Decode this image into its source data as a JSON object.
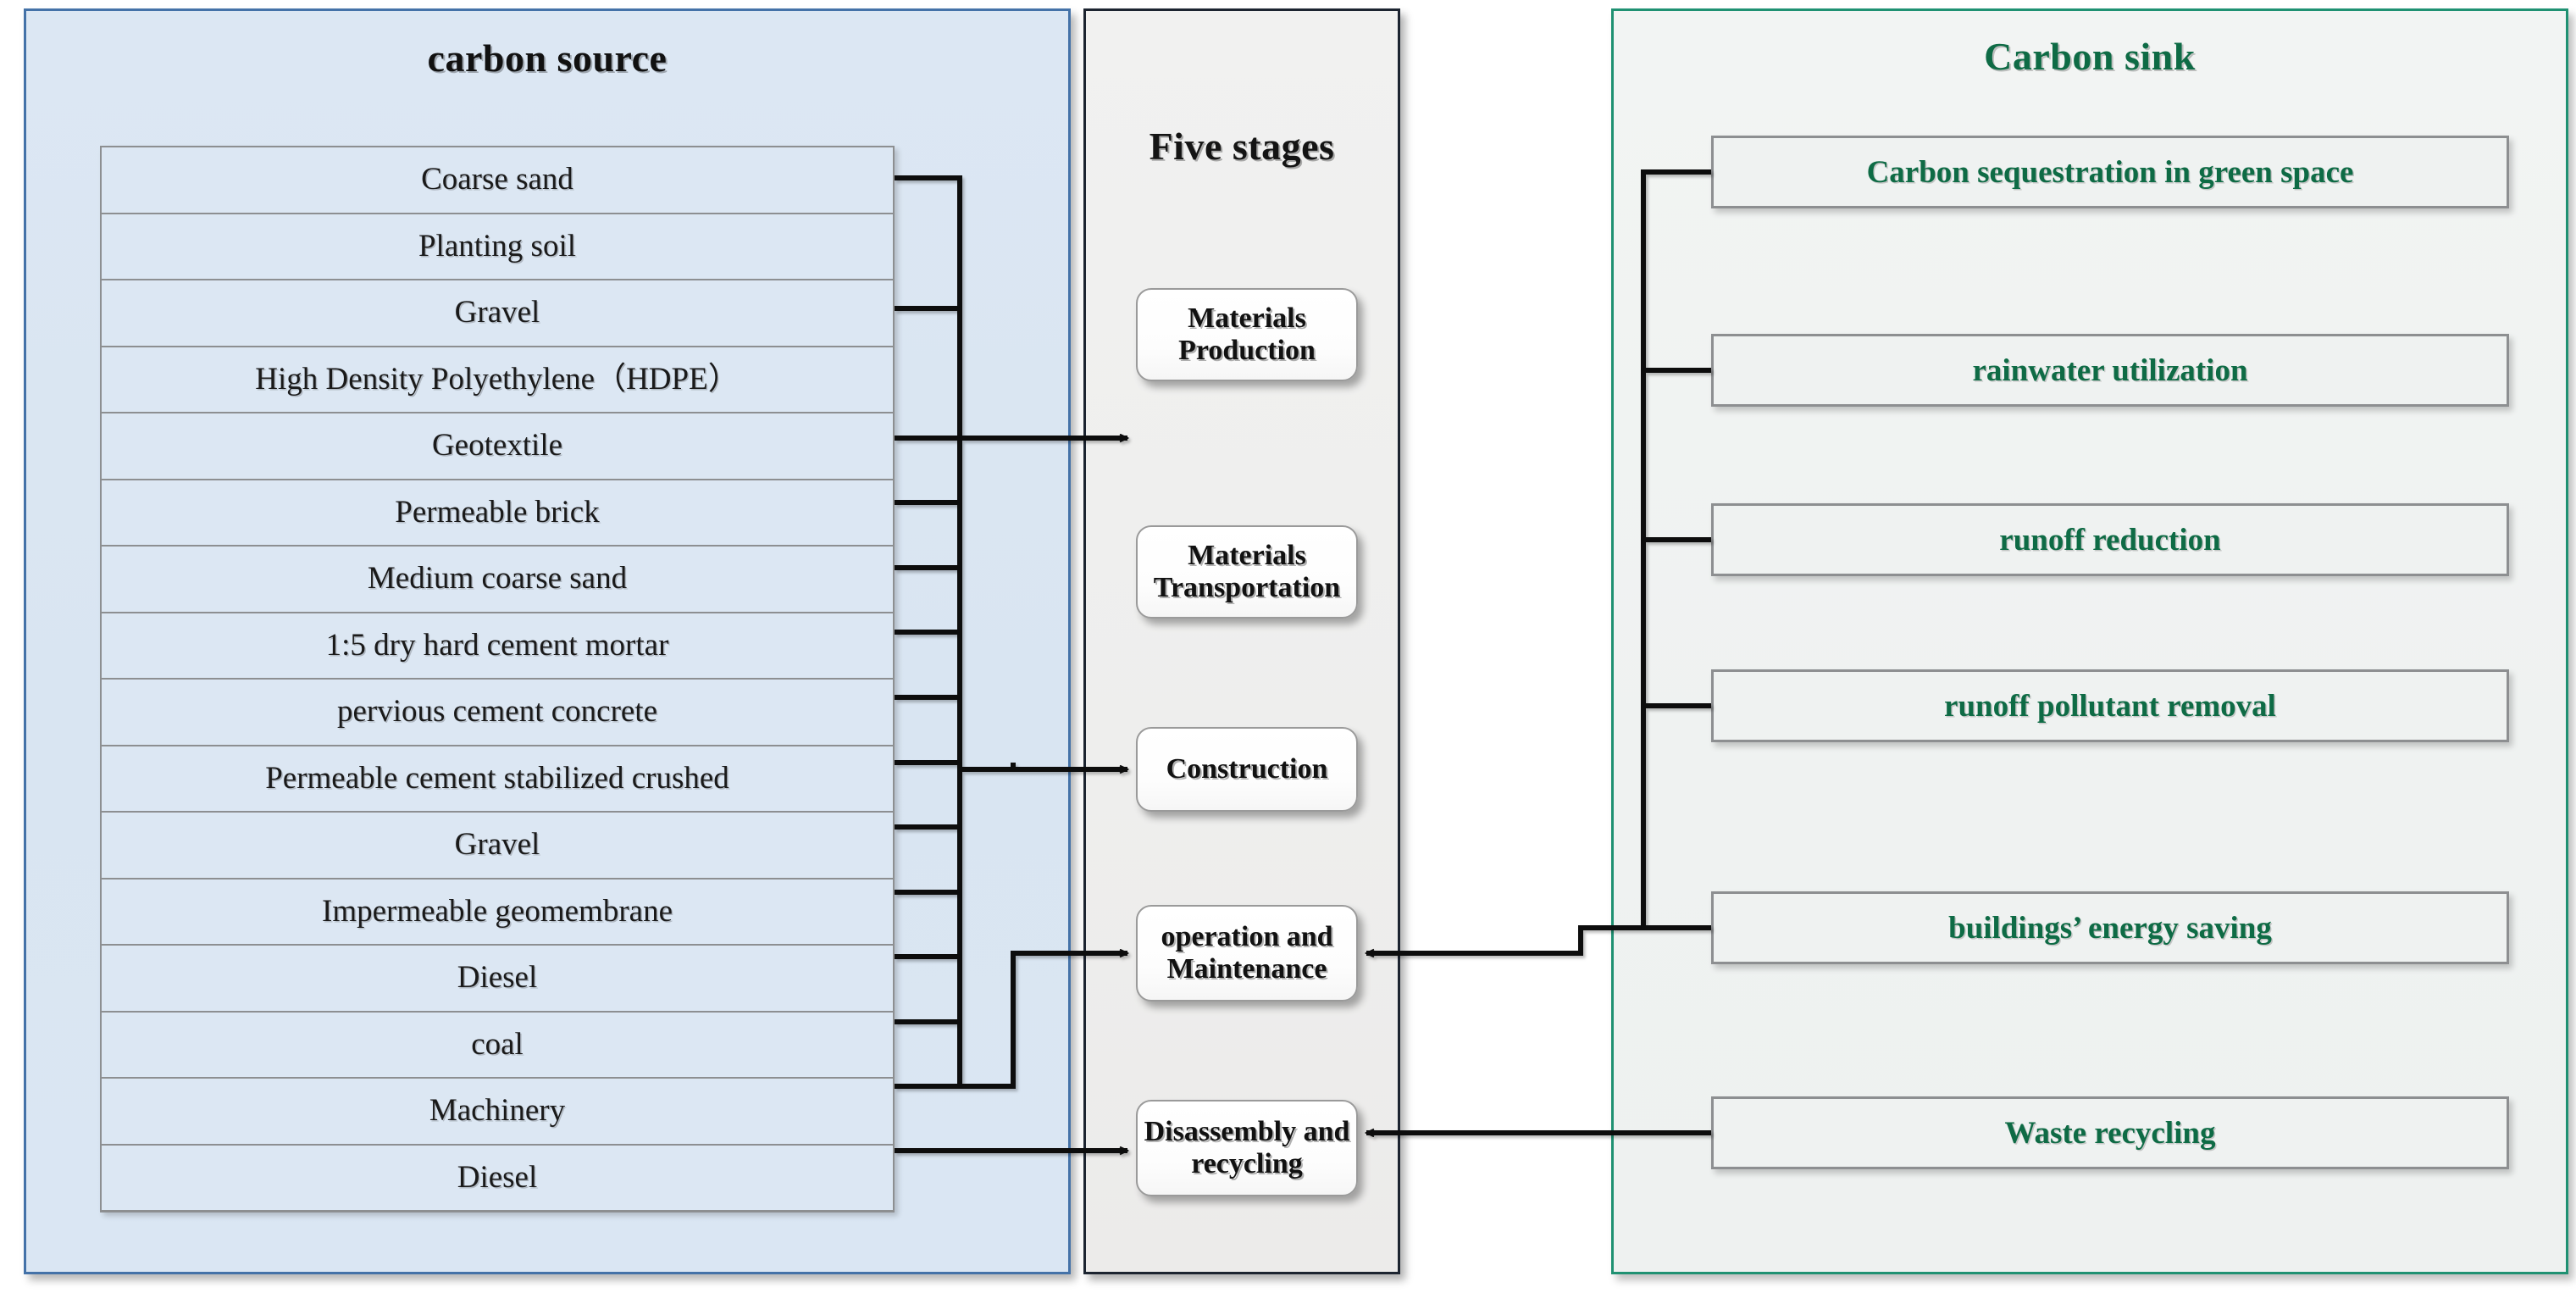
{
  "panels": {
    "source": {
      "title": "carbon source",
      "accent": "#4472a8",
      "fill": "#dce7f3"
    },
    "stages": {
      "title": "Five stages",
      "accent": "#1c2430",
      "fill": "#efefee"
    },
    "sink": {
      "title": "Carbon sink",
      "accent": "#1f9172",
      "fill": "#eff2f1",
      "text_color": "#0e6b45"
    }
  },
  "carbon_source": {
    "items": [
      "Coarse sand",
      "Planting soil",
      "Gravel",
      "High Density Polyethylene（HDPE）",
      "Geotextile",
      "Permeable brick",
      "Medium coarse sand",
      "1:5 dry hard cement mortar",
      "pervious cement concrete",
      "Permeable cement stabilized crushed",
      "Gravel",
      "Impermeable geomembrane",
      "Diesel",
      "coal",
      "Machinery",
      "Diesel"
    ]
  },
  "five_stages": {
    "items": [
      "Materials Production",
      "Materials Transportation",
      "Construction",
      "operation and Maintenance",
      "Disassembly and recycling"
    ]
  },
  "carbon_sink": {
    "items": [
      "Carbon sequestration in green space",
      "rainwater utilization",
      "runoff reduction",
      "runoff pollutant removal",
      "buildings’ energy saving",
      "Waste recycling"
    ]
  },
  "connections": {
    "source_to_stage": [
      {
        "sources": [
          0,
          1,
          2,
          3,
          4
        ],
        "stage": "Materials Production"
      },
      {
        "sources": [
          5,
          6,
          7,
          8,
          9,
          10,
          11
        ],
        "stage": "Construction"
      },
      {
        "sources": [
          12,
          13,
          14
        ],
        "stage": "operation and Maintenance"
      },
      {
        "sources": [
          15
        ],
        "stage": "Disassembly and recycling"
      }
    ],
    "sink_to_stage": [
      {
        "sinks": [
          0,
          1,
          2,
          3,
          4
        ],
        "stage": "operation and Maintenance"
      },
      {
        "sinks": [
          5
        ],
        "stage": "Disassembly and recycling"
      }
    ]
  }
}
